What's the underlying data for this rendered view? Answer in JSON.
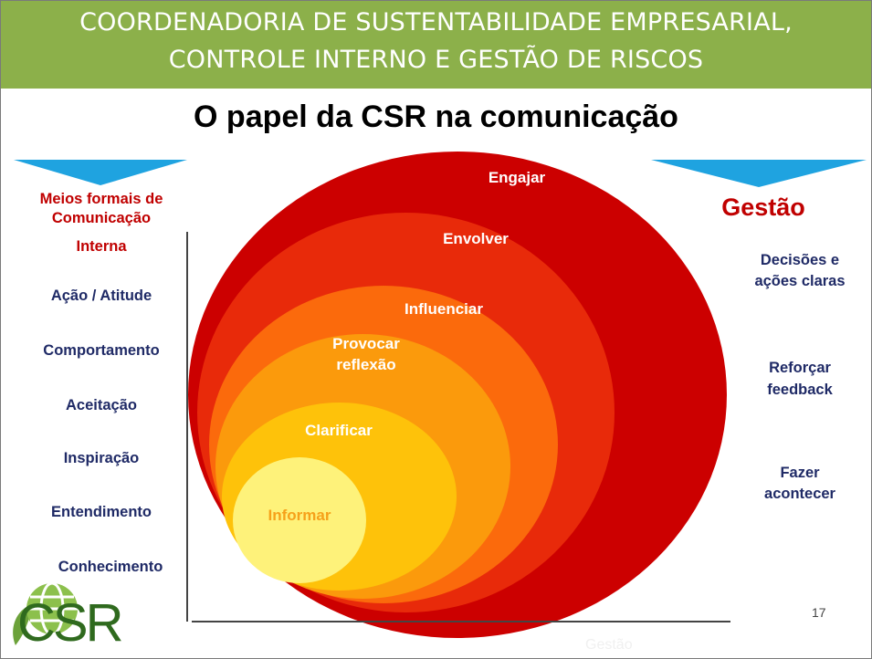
{
  "header": {
    "line1": "COORDENADORIA DE SUSTENTABILIDADE EMPRESARIAL,",
    "line2": "CONTROLE  INTERNO E GESTÃO DE RISCOS"
  },
  "title": "O papel da CSR na comunicação",
  "left": {
    "heading_lines": [
      "Meios formais  de",
      "Comunicação",
      "Interna"
    ],
    "items": [
      "Ação / Atitude",
      "Comportamento",
      "Aceitação",
      "Inspiração",
      "Entendimento",
      "Conhecimento"
    ]
  },
  "right": {
    "heading": "Gestão",
    "items": [
      {
        "l1": "Decisões e",
        "l2": "ações claras"
      },
      {
        "l1": "Reforçar",
        "l2": "feedback"
      },
      {
        "l1": "Fazer",
        "l2": "acontecer"
      }
    ]
  },
  "ellipses": [
    {
      "label": "Engajar",
      "color": "#cc0000"
    },
    {
      "label": "Envolver",
      "color": "#e82a0a"
    },
    {
      "label": "Influenciar",
      "color": "#fb6a0c"
    },
    {
      "label": "Provocar",
      "label2": "reflexão",
      "color": "#fb9a0c"
    },
    {
      "label": "Clarificar",
      "color": "#fec20a"
    },
    {
      "label": "Informar",
      "color": "#fef27a"
    }
  ],
  "footer": {
    "axis_label": "Gestão",
    "page_number": "17",
    "logo_text": "CSR"
  },
  "colors": {
    "header_bg": "#8cb04a",
    "triangle": "#1fa3e0",
    "side_text": "#1f2a66",
    "heading_red": "#c00000"
  }
}
